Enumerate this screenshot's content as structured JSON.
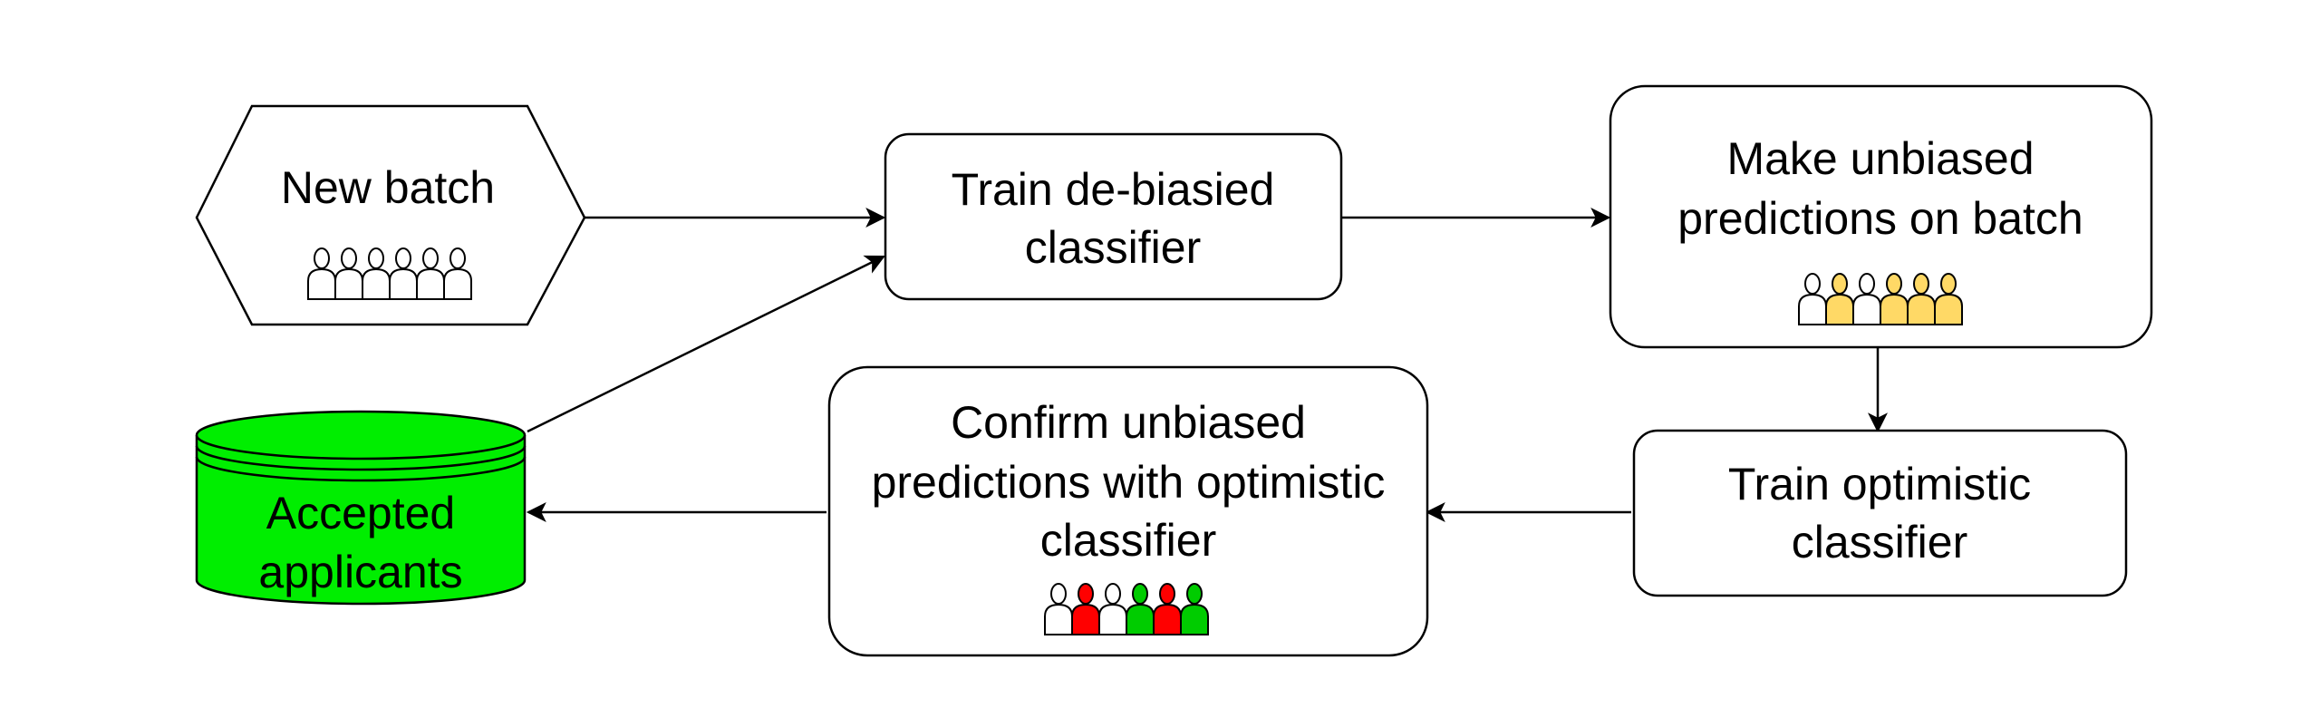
{
  "nodes": {
    "new_batch": {
      "label": "New batch",
      "people": [
        "#ffffff",
        "#ffffff",
        "#ffffff",
        "#ffffff",
        "#ffffff",
        "#ffffff"
      ]
    },
    "train_debiased": {
      "line1": "Train de-biasied",
      "line2": "classifier"
    },
    "make_predictions": {
      "line1": "Make unbiased",
      "line2": "predictions on batch",
      "people": [
        "#ffffff",
        "#ffd966",
        "#ffffff",
        "#ffd966",
        "#ffd966",
        "#ffd966"
      ]
    },
    "train_optimistic": {
      "line1": "Train optimistic",
      "line2": "classifier"
    },
    "confirm_predictions": {
      "line1": "Confirm unbiased",
      "line2": "predictions with optimistic",
      "line3": "classifier",
      "people": [
        "#ffffff",
        "#ff0000",
        "#ffffff",
        "#00cc00",
        "#ff0000",
        "#00cc00"
      ]
    },
    "accepted_applicants": {
      "line1": "Accepted",
      "line2": "applicants",
      "fill": "#00ee00"
    }
  },
  "colors": {
    "stroke": "#000000",
    "node_fill": "#ffffff",
    "database_fill": "#00ee00"
  }
}
